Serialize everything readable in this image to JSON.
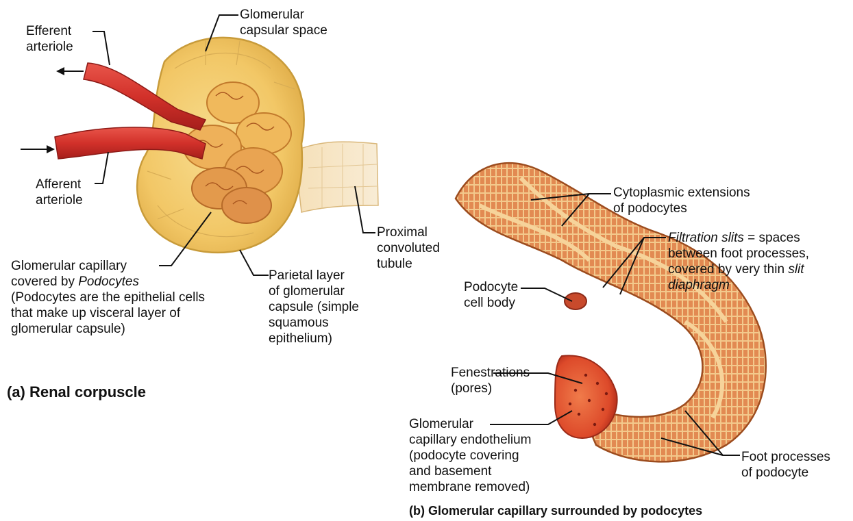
{
  "panel_a": {
    "caption": "(a) Renal corpuscle",
    "labels": {
      "glomerular_capsular_space": [
        "Glomerular",
        "capsular space"
      ],
      "efferent_arteriole": [
        "Efferent",
        "arteriole"
      ],
      "afferent_arteriole": [
        "Afferent",
        "arteriole"
      ],
      "proximal_convoluted_tubule": [
        "Proximal",
        "convoluted",
        "tubule"
      ],
      "glomerular_capillary": {
        "line1": "Glomerular capillary",
        "line2_prefix": "covered by ",
        "line2_italic": "Podocytes",
        "line3": "(Podocytes are the epithelial cells",
        "line4": "that make up visceral layer of",
        "line5": "glomerular capsule)"
      },
      "parietal_layer": [
        "Parietal layer",
        "of glomerular",
        "capsule (simple",
        "squamous",
        "epithelium)"
      ]
    }
  },
  "panel_b": {
    "caption": "(b) Glomerular capillary surrounded by podocytes",
    "labels": {
      "cytoplasmic_extensions": [
        "Cytoplasmic extensions",
        "of podocytes"
      ],
      "filtration_slits": {
        "italic_term": "Filtration slits",
        "rest1": " = spaces",
        "line2": "between foot processes,",
        "line3_prefix": "covered by very thin ",
        "line3_italic": "slit",
        "line4_italic": "diaphragm"
      },
      "podocyte_cell_body": [
        "Podocyte",
        "cell body"
      ],
      "fenestrations": [
        "Fenestrations",
        "(pores)"
      ],
      "glomerular_capillary_endothelium": [
        "Glomerular",
        "capillary endothelium",
        "(podocyte covering",
        "and basement",
        "membrane removed)"
      ],
      "foot_processes": [
        "Foot processes",
        "of podocyte"
      ]
    }
  },
  "colors": {
    "artery_red": "#d2312a",
    "capsule_yellow": "#f2c766",
    "capsule_edge": "#c89b3a",
    "capillary_orange": "#e0703a",
    "podocyte_tan": "#f0c77c",
    "leader_line": "#111111"
  }
}
